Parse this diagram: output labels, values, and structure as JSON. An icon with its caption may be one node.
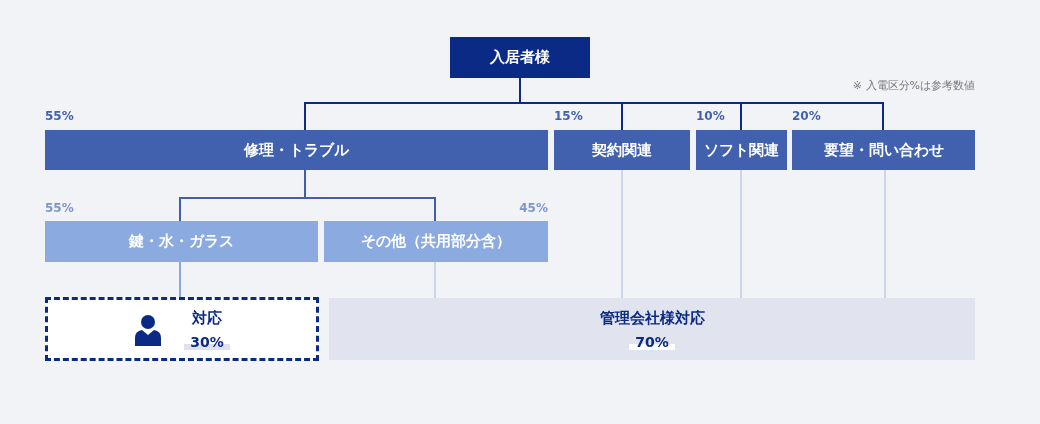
{
  "diagram": {
    "nodes": [
      {
        "text": [
          "入居者様"
        ]
      },
      {
        "text": [
          "修理・トラブル"
        ],
        "beside": [
          "55%"
        ]
      },
      {
        "text": [
          "契約関連"
        ],
        "beside": [
          "15%"
        ]
      },
      {
        "text": [
          "ソフト関連"
        ],
        "beside": [
          "10%"
        ]
      },
      {
        "text": [
          "要望・問い合わせ"
        ],
        "beside": [
          "20%"
        ]
      },
      {
        "text": [
          "鍵・水・ガラス"
        ],
        "beside": [
          "55%"
        ]
      },
      {
        "text": [
          "その他（共用部分含）"
        ],
        "beside": [
          "45%"
        ]
      },
      {
        "text": [
          "対応",
          "30%"
        ]
      },
      {
        "text": [
          "管理会社様対応",
          "70%"
        ]
      }
    ],
    "edges": [
      {
        "from": 0,
        "to": 1,
        "arrow": "none",
        "color": "#0a2a85"
      },
      {
        "from": 0,
        "to": 2,
        "arrow": "none",
        "color": "#0a2a85"
      },
      {
        "from": 0,
        "to": 3,
        "arrow": "none",
        "color": "#0a2a85"
      },
      {
        "from": 0,
        "to": 4,
        "arrow": "none",
        "color": "#0a2a85"
      },
      {
        "from": 1,
        "to": 5,
        "arrow": "none",
        "color": "#3f5fae"
      },
      {
        "from": 1,
        "to": 6,
        "arrow": "none",
        "color": "#3f5fae"
      },
      {
        "from": 5,
        "to": 7,
        "arrow": "none",
        "color": "#8aa8e0"
      },
      {
        "from": 6,
        "to": 8,
        "arrow": "none",
        "color": "#cdd5e8"
      },
      {
        "from": 2,
        "to": 8,
        "arrow": "none",
        "color": "#cdd5e8"
      },
      {
        "from": 3,
        "to": 8,
        "arrow": "none",
        "color": "#cdd5e8"
      },
      {
        "from": 4,
        "to": 8,
        "arrow": "none",
        "color": "#cdd5e8"
      }
    ],
    "labels": [
      "※ 入電区分%は参考数値"
    ]
  }
}
